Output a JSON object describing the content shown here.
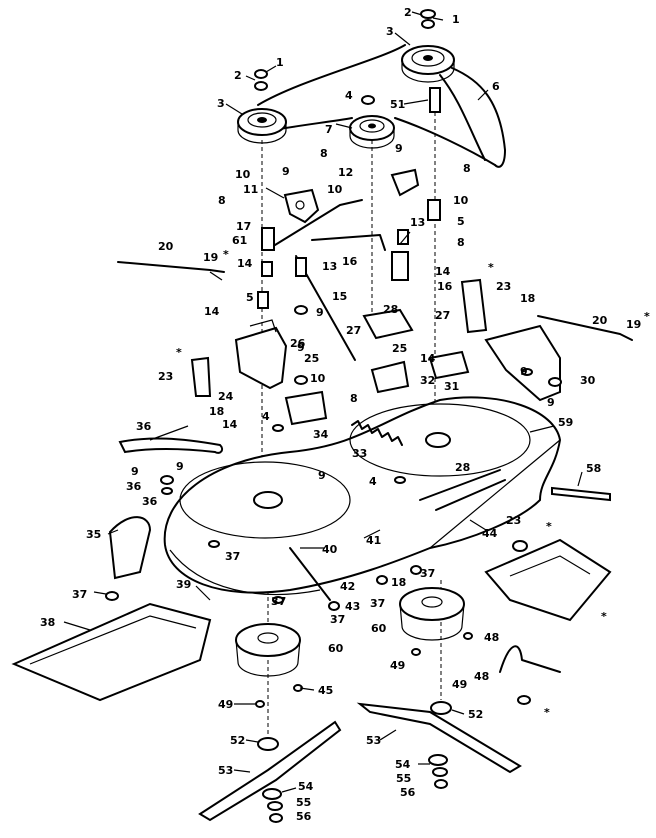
{
  "callouts": [
    {
      "id": "c-1a",
      "text": "1"
    },
    {
      "id": "c-2a",
      "text": "2"
    },
    {
      "id": "c-3a",
      "text": "3"
    },
    {
      "id": "c-6",
      "text": "6"
    },
    {
      "id": "c-1b",
      "text": "1"
    },
    {
      "id": "c-2b",
      "text": "2"
    },
    {
      "id": "c-3b",
      "text": "3"
    },
    {
      "id": "c-4a",
      "text": "4"
    },
    {
      "id": "c-51",
      "text": "51"
    },
    {
      "id": "c-7",
      "text": "7"
    },
    {
      "id": "c-8a",
      "text": "8"
    },
    {
      "id": "c-9a",
      "text": "9"
    },
    {
      "id": "c-10a",
      "text": "10"
    },
    {
      "id": "c-12",
      "text": "12"
    },
    {
      "id": "c-8b",
      "text": "8"
    },
    {
      "id": "c-10b",
      "text": "10"
    },
    {
      "id": "c-9b",
      "text": "9"
    },
    {
      "id": "c-10c",
      "text": "10"
    },
    {
      "id": "c-11",
      "text": "11"
    },
    {
      "id": "c-8c",
      "text": "8"
    },
    {
      "id": "c-13a",
      "text": "13"
    },
    {
      "id": "c-5a",
      "text": "5"
    },
    {
      "id": "c-17",
      "text": "17"
    },
    {
      "id": "c-61",
      "text": "61"
    },
    {
      "id": "c-8d",
      "text": "8"
    },
    {
      "id": "c-20a",
      "text": "20"
    },
    {
      "id": "c-19a",
      "text": "19"
    },
    {
      "id": "c-star1",
      "text": "*"
    },
    {
      "id": "c-14a",
      "text": "14"
    },
    {
      "id": "c-13b",
      "text": "13"
    },
    {
      "id": "c-16a",
      "text": "16"
    },
    {
      "id": "c-14b",
      "text": "14"
    },
    {
      "id": "c-16b",
      "text": "16"
    },
    {
      "id": "c-star2",
      "text": "*"
    },
    {
      "id": "c-23a",
      "text": "23"
    },
    {
      "id": "c-18a",
      "text": "18"
    },
    {
      "id": "c-20b",
      "text": "20"
    },
    {
      "id": "c-19b",
      "text": "19"
    },
    {
      "id": "c-star3",
      "text": "*"
    },
    {
      "id": "c-5b",
      "text": "5"
    },
    {
      "id": "c-15",
      "text": "15"
    },
    {
      "id": "c-9c",
      "text": "9"
    },
    {
      "id": "c-28a",
      "text": "28"
    },
    {
      "id": "c-27a",
      "text": "27"
    },
    {
      "id": "c-14c",
      "text": "14"
    },
    {
      "id": "c-27b",
      "text": "27"
    },
    {
      "id": "c-26",
      "text": "26"
    },
    {
      "id": "c-25a",
      "text": "25"
    },
    {
      "id": "c-25b",
      "text": "25"
    },
    {
      "id": "c-9d",
      "text": "9"
    },
    {
      "id": "c-14d",
      "text": "14"
    },
    {
      "id": "c-star4",
      "text": "*"
    },
    {
      "id": "c-9e",
      "text": "9"
    },
    {
      "id": "c-30",
      "text": "30"
    },
    {
      "id": "c-9f",
      "text": "9"
    },
    {
      "id": "c-32",
      "text": "32"
    },
    {
      "id": "c-31",
      "text": "31"
    },
    {
      "id": "c-23b",
      "text": "23"
    },
    {
      "id": "c-24",
      "text": "24"
    },
    {
      "id": "c-10d",
      "text": "10"
    },
    {
      "id": "c-8e",
      "text": "8"
    },
    {
      "id": "c-18b",
      "text": "18"
    },
    {
      "id": "c-4b",
      "text": "4"
    },
    {
      "id": "c-34",
      "text": "34"
    },
    {
      "id": "c-36a",
      "text": "36"
    },
    {
      "id": "c-14e",
      "text": "14"
    },
    {
      "id": "c-33",
      "text": "33"
    },
    {
      "id": "c-59",
      "text": "59"
    },
    {
      "id": "c-9g",
      "text": "9"
    },
    {
      "id": "c-9h",
      "text": "9"
    },
    {
      "id": "c-36b",
      "text": "36"
    },
    {
      "id": "c-36c",
      "text": "36"
    },
    {
      "id": "c-9i",
      "text": "9"
    },
    {
      "id": "c-4c",
      "text": "4"
    },
    {
      "id": "c-28b",
      "text": "28"
    },
    {
      "id": "c-58",
      "text": "58"
    },
    {
      "id": "c-35",
      "text": "35"
    },
    {
      "id": "c-37a",
      "text": "37"
    },
    {
      "id": "c-41",
      "text": "41"
    },
    {
      "id": "c-40",
      "text": "40"
    },
    {
      "id": "c-44",
      "text": "44"
    },
    {
      "id": "c-23c",
      "text": "23"
    },
    {
      "id": "c-star5",
      "text": "*"
    },
    {
      "id": "c-37b",
      "text": "37"
    },
    {
      "id": "c-39",
      "text": "39"
    },
    {
      "id": "c-42",
      "text": "42"
    },
    {
      "id": "c-18c",
      "text": "18"
    },
    {
      "id": "c-37c",
      "text": "37"
    },
    {
      "id": "c-37d",
      "text": "37"
    },
    {
      "id": "c-43",
      "text": "43"
    },
    {
      "id": "c-37e",
      "text": "37"
    },
    {
      "id": "c-37f",
      "text": "37"
    },
    {
      "id": "c-38",
      "text": "38"
    },
    {
      "id": "c-60a",
      "text": "60"
    },
    {
      "id": "c-star6",
      "text": "*"
    },
    {
      "id": "c-60b",
      "text": "60"
    },
    {
      "id": "c-48a",
      "text": "48"
    },
    {
      "id": "c-49a",
      "text": "49"
    },
    {
      "id": "c-49b",
      "text": "49"
    },
    {
      "id": "c-48b",
      "text": "48"
    },
    {
      "id": "c-49c",
      "text": "49"
    },
    {
      "id": "c-45",
      "text": "45"
    },
    {
      "id": "c-52a",
      "text": "52"
    },
    {
      "id": "c-star7",
      "text": "*"
    },
    {
      "id": "c-53a",
      "text": "53"
    },
    {
      "id": "c-52b",
      "text": "52"
    },
    {
      "id": "c-53b",
      "text": "53"
    },
    {
      "id": "c-54a",
      "text": "54"
    },
    {
      "id": "c-54b",
      "text": "54"
    },
    {
      "id": "c-55a",
      "text": "55"
    },
    {
      "id": "c-56a",
      "text": "56"
    },
    {
      "id": "c-55b",
      "text": "55"
    },
    {
      "id": "c-56b",
      "text": "56"
    }
  ]
}
